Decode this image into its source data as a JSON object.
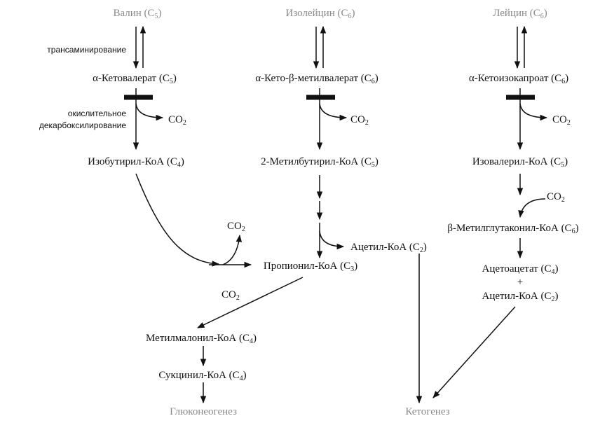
{
  "amino_acids": {
    "valine": {
      "name": "Валин",
      "sub": "5"
    },
    "isoleucine": {
      "name": "Изолейцин",
      "sub": "6"
    },
    "leucine": {
      "name": "Лейцин",
      "sub": "6"
    }
  },
  "steps": {
    "transamination": "трансаминирование",
    "oxidative_decarboxylation_line1": "окислительное",
    "oxidative_decarboxylation_line2": "декарбоксилирование"
  },
  "keto_acids": {
    "valine": {
      "name": "α-Кетовалерат",
      "sub": "5"
    },
    "isoleucine": {
      "name": "α-Кето-β-метилвалерат",
      "sub": "6"
    },
    "leucine": {
      "name": "α-Кетоизокапроат",
      "sub": "6"
    }
  },
  "co2": {
    "name": "CO",
    "sub": "2"
  },
  "acyl_coa": {
    "valine": {
      "name": "Изобутирил-КоА",
      "sub": "4"
    },
    "isoleucine": {
      "name": "2-Метилбутирил-КоА",
      "sub": "5"
    },
    "leucine": {
      "name": "Изовалерил-КоА",
      "sub": "5"
    }
  },
  "leucine_path": {
    "methylglutaconyl": {
      "name": "β-Метилглутаконил-КоА",
      "sub": "6"
    },
    "acetoacetate": {
      "name": "Ацетоацетат",
      "sub": "4"
    },
    "plus": "+",
    "acetyl_coa": {
      "name": "Ацетил-КоА",
      "sub": "2"
    }
  },
  "isoleucine_path": {
    "acetyl_coa": {
      "name": "Ацетил-КоА",
      "sub": "2"
    }
  },
  "common": {
    "propionyl": {
      "name": "Пропионил-КоА",
      "sub": "3"
    },
    "methylmalonyl": {
      "name": "Метилмалонил-КоА",
      "sub": "4"
    },
    "succinyl": {
      "name": "Сукцинил-КоА",
      "sub": "4"
    }
  },
  "outcomes": {
    "gluconeogenesis": "Глюконеогенез",
    "ketogenesis": "Кетогенез"
  },
  "colors": {
    "ink": "#111111",
    "faded": "#8a8a8a"
  }
}
